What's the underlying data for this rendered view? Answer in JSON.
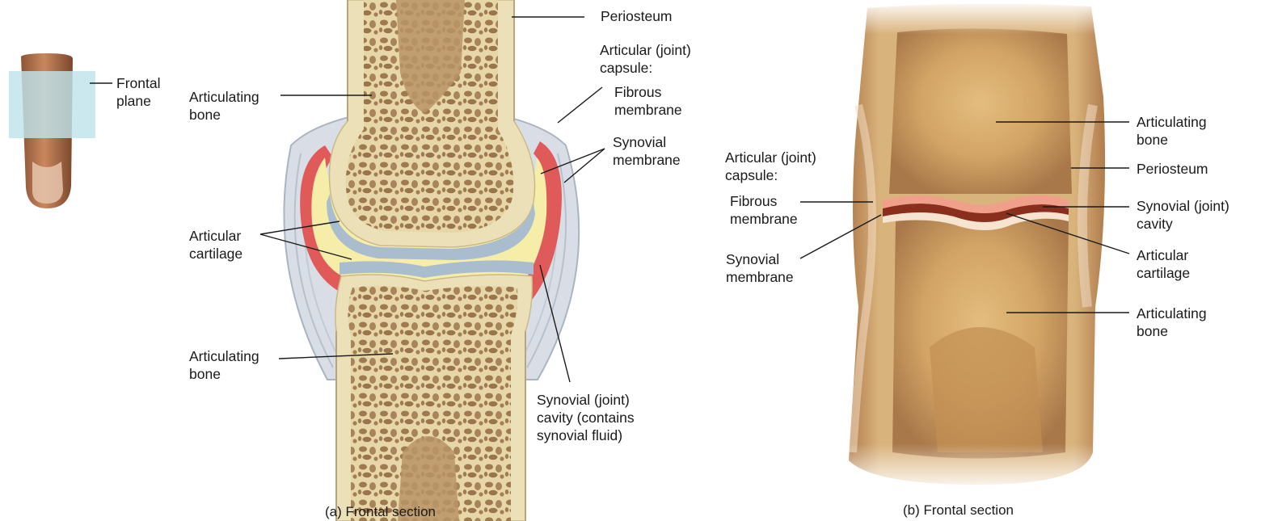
{
  "finger_inset": {
    "plane_label": [
      "Frontal",
      "plane"
    ]
  },
  "panel_a": {
    "caption": "(a) Frontal section",
    "labels": {
      "periosteum": [
        "Periosteum"
      ],
      "capsule": [
        "Articular (joint)",
        "capsule:"
      ],
      "fibrous_membrane": [
        "Fibrous",
        "membrane"
      ],
      "synovial_membrane": [
        "Synovial",
        "membrane"
      ],
      "articulating_bone_top": [
        "Articulating",
        "bone"
      ],
      "articular_cartilage": [
        "Articular",
        "cartilage"
      ],
      "articulating_bone_bottom": [
        "Articulating",
        "bone"
      ],
      "synovial_cavity": [
        "Synovial (joint)",
        "cavity (contains",
        "synovial fluid)"
      ]
    }
  },
  "panel_b": {
    "caption": "(b) Frontal section",
    "labels": {
      "capsule": [
        "Articular (joint)",
        "capsule:"
      ],
      "fibrous_membrane": [
        "Fibrous",
        "membrane"
      ],
      "synovial_membrane": [
        "Synovial",
        "membrane"
      ],
      "articulating_bone_top": [
        "Articulating",
        "bone"
      ],
      "periosteum": [
        "Periosteum"
      ],
      "synovial_cavity": [
        "Synovial (joint)",
        "cavity"
      ],
      "articular_cartilage": [
        "Articular",
        "cartilage"
      ],
      "articulating_bone_bottom": [
        "Articulating",
        "bone"
      ]
    }
  },
  "colors": {
    "bone": "#e9dcb0",
    "cortex": "#ece0b8",
    "marrow": "#b08a5c",
    "cartilage": "#a9bdcf",
    "synovial_fluid": "#f6eea8",
    "synovial_membrane": "#e05a5a",
    "capsule": "#c8d0db",
    "plane": "#bfe3ea",
    "photo_outer": "#a87848",
    "photo_inner": "#d7ae72"
  }
}
